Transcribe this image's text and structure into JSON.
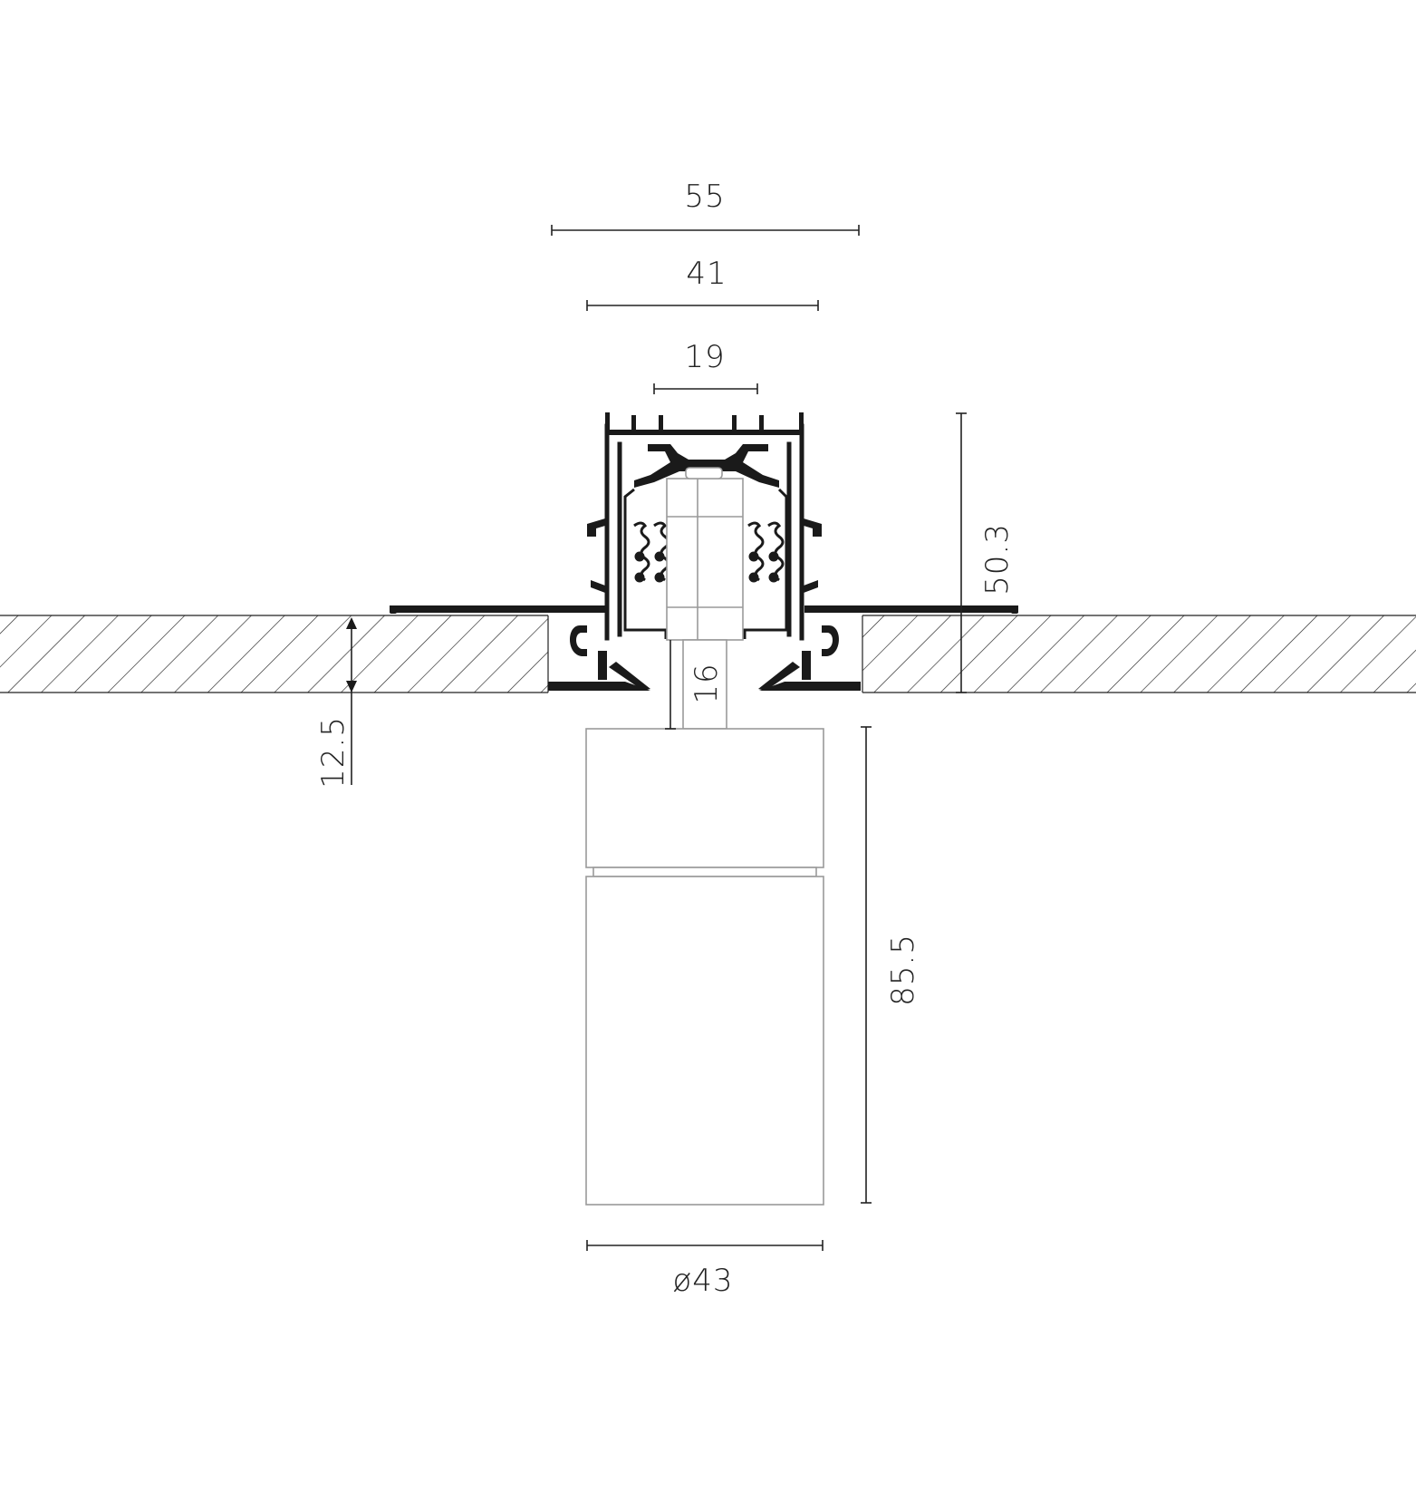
{
  "dimensions": {
    "width_overall": "55",
    "width_inner": "41",
    "width_slot": "19",
    "height_track": "50.3",
    "ceiling_thickness": "12.5",
    "stem_length": "16",
    "body_height": "85.5",
    "body_diameter": "ø43"
  },
  "colors": {
    "profile": "#1a1a1a",
    "luminaire_outline": "#9a9a9a",
    "dimension_lines": "#222222"
  }
}
